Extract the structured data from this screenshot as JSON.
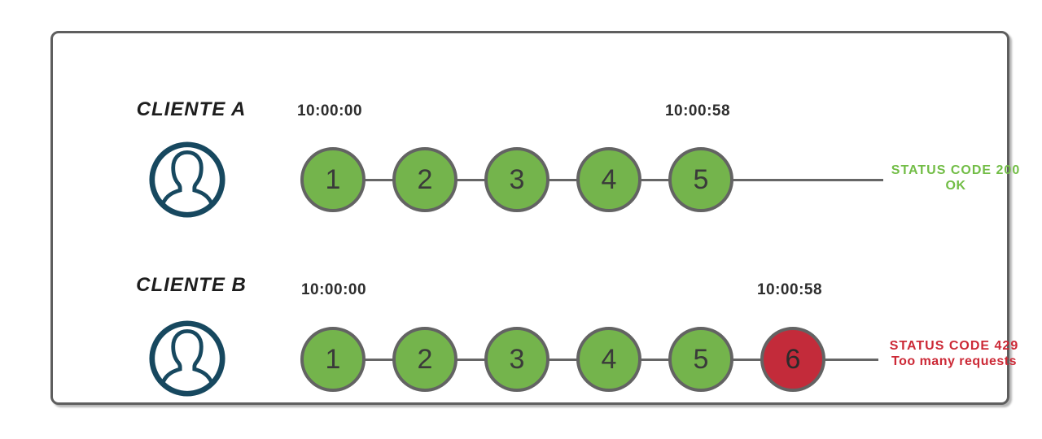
{
  "diagram_title": "rate-limit-comparison",
  "colors": {
    "request_ok_fill": "#74b44c",
    "request_limited_fill": "#c32b3a",
    "status_success_text": "#72bd46",
    "status_error_text": "#cc2936",
    "avatar_navy": "#17485f",
    "wire_gray": "#666666",
    "frame_border": "#5e5e5e"
  },
  "clients": [
    {
      "label": "CLIENTE A",
      "avatar": "user-icon",
      "start_time": "10:00:00",
      "end_time": "10:00:58",
      "requests": [
        {
          "n": "1",
          "state": "ok"
        },
        {
          "n": "2",
          "state": "ok"
        },
        {
          "n": "3",
          "state": "ok"
        },
        {
          "n": "4",
          "state": "ok"
        },
        {
          "n": "5",
          "state": "ok"
        }
      ],
      "status_line1": "STATUS CODE 200",
      "status_line2": "OK",
      "status_kind": "success"
    },
    {
      "label": "CLIENTE B",
      "avatar": "user-icon",
      "start_time": "10:00:00",
      "end_time": "10:00:58",
      "requests": [
        {
          "n": "1",
          "state": "ok"
        },
        {
          "n": "2",
          "state": "ok"
        },
        {
          "n": "3",
          "state": "ok"
        },
        {
          "n": "4",
          "state": "ok"
        },
        {
          "n": "5",
          "state": "ok"
        },
        {
          "n": "6",
          "state": "rate_limited"
        }
      ],
      "status_line1": "STATUS CODE 429",
      "status_line2": "Too many requests",
      "status_kind": "error"
    }
  ]
}
